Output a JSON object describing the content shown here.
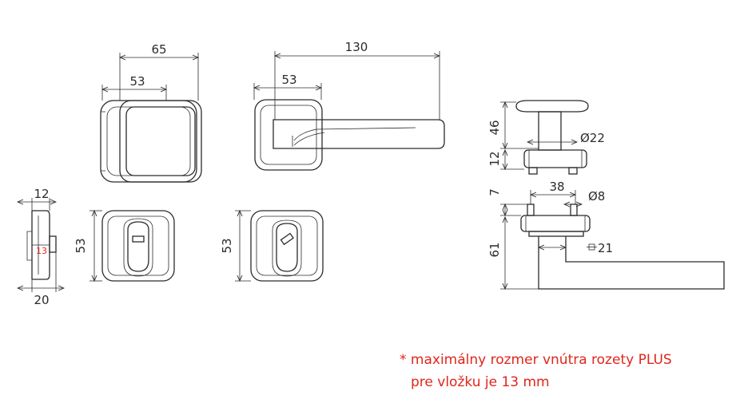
{
  "dimensions": {
    "rosette_width_knob": "65",
    "rosette_inner_knob": "53",
    "lever_length": "130",
    "rosette_inner_lever": "53",
    "side_thickness_top": "12",
    "side_thickness_bottom": "20",
    "cylinder_max": "13",
    "escutcheon_height_a": "53",
    "escutcheon_height_b": "53",
    "knob_height": "46",
    "rosette_height": "12",
    "knob_diameter": "Ø22",
    "pin_height": "7",
    "pin_spacing": "38",
    "pin_diameter": "Ø8",
    "lever_drop": "61",
    "lever_square": "21"
  },
  "note": {
    "line1": "* maximálny rozmer vnútra rozety PLUS",
    "line2": "pre vložku je 13 mm"
  },
  "colors": {
    "line": "#2b2b2b",
    "accent": "#e1251b"
  }
}
